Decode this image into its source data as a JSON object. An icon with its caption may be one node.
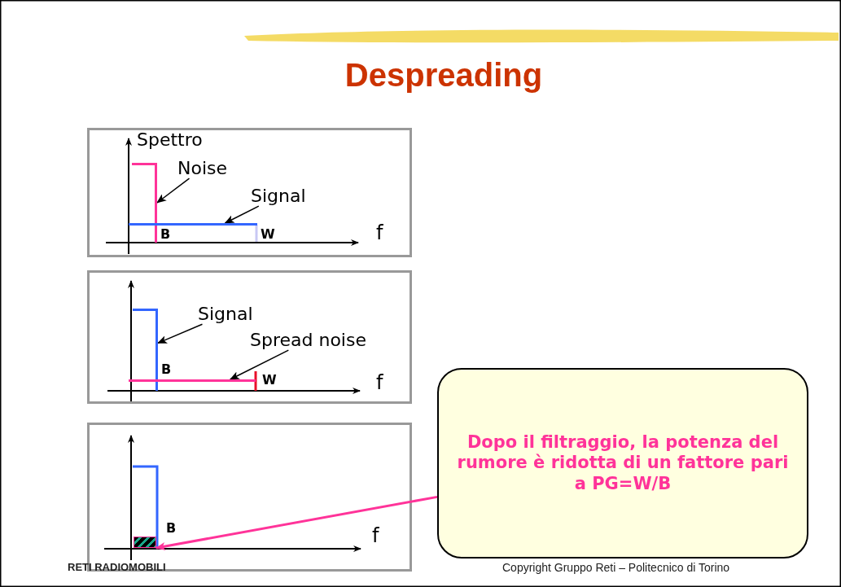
{
  "diagram": {
    "title": "Despreading",
    "nodes": [
      {
        "text": [
          "Spettro",
          "B",
          "W",
          "f"
        ]
      },
      {
        "text": [
          "Noise"
        ],
        "in": 0
      },
      {
        "text": [],
        "shape": "bar",
        "in": 0
      },
      {
        "text": [
          "Signal"
        ],
        "in": 0
      },
      {
        "text": [],
        "shape": "bar",
        "in": 0
      },
      {
        "text": [
          "B",
          "W",
          "f"
        ]
      },
      {
        "text": [
          "Signal"
        ],
        "in": 5
      },
      {
        "text": [],
        "shape": "bar",
        "in": 5
      },
      {
        "text": [
          "Spread noise"
        ],
        "in": 5
      },
      {
        "text": [],
        "shape": "bar",
        "in": 5
      },
      {
        "text": [
          "B",
          "f"
        ]
      },
      {
        "text": [],
        "shape": "box",
        "in": 10
      },
      {
        "text": [
          "Dopo il filtraggio, la potenza del rumore è ridotta di un fattore pari a PG=W/B"
        ]
      }
    ],
    "edges": [
      {
        "from": 1,
        "to": 2,
        "arrow": "to"
      },
      {
        "from": 3,
        "to": 4,
        "arrow": "to"
      },
      {
        "from": 6,
        "to": 7,
        "arrow": "to"
      },
      {
        "from": 8,
        "to": 9,
        "arrow": "to"
      },
      {
        "from": 12,
        "to": 11,
        "arrow": "to",
        "color": "#ff3399"
      }
    ],
    "labels": [
      "RETI RADIOMOBILI",
      "Copyright Gruppo Reti – Politecnico di Torino"
    ]
  }
}
